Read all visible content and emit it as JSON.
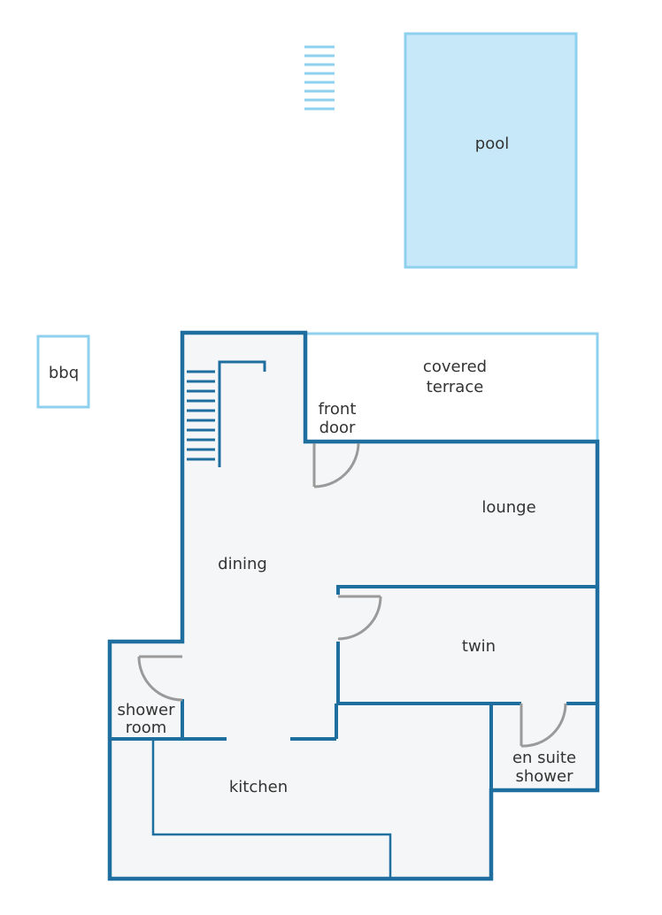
{
  "colors": {
    "wall": "#1f6ea0",
    "outdoor_line": "#8fd0ef",
    "pool_fill": "#c6e8f8",
    "floor_fill": "#f5f6f7",
    "door": "#9a9a9a",
    "text": "#333333"
  },
  "labels": {
    "pool": "pool",
    "bbq": "bbq",
    "covered_terrace_1": "covered",
    "covered_terrace_2": "terrace",
    "front_door_1": "front",
    "front_door_2": "door",
    "lounge": "lounge",
    "dining": "dining",
    "twin": "twin",
    "shower_room_1": "shower",
    "shower_room_2": "room",
    "kitchen": "kitchen",
    "en_suite_1": "en suite",
    "en_suite_2": "shower"
  }
}
